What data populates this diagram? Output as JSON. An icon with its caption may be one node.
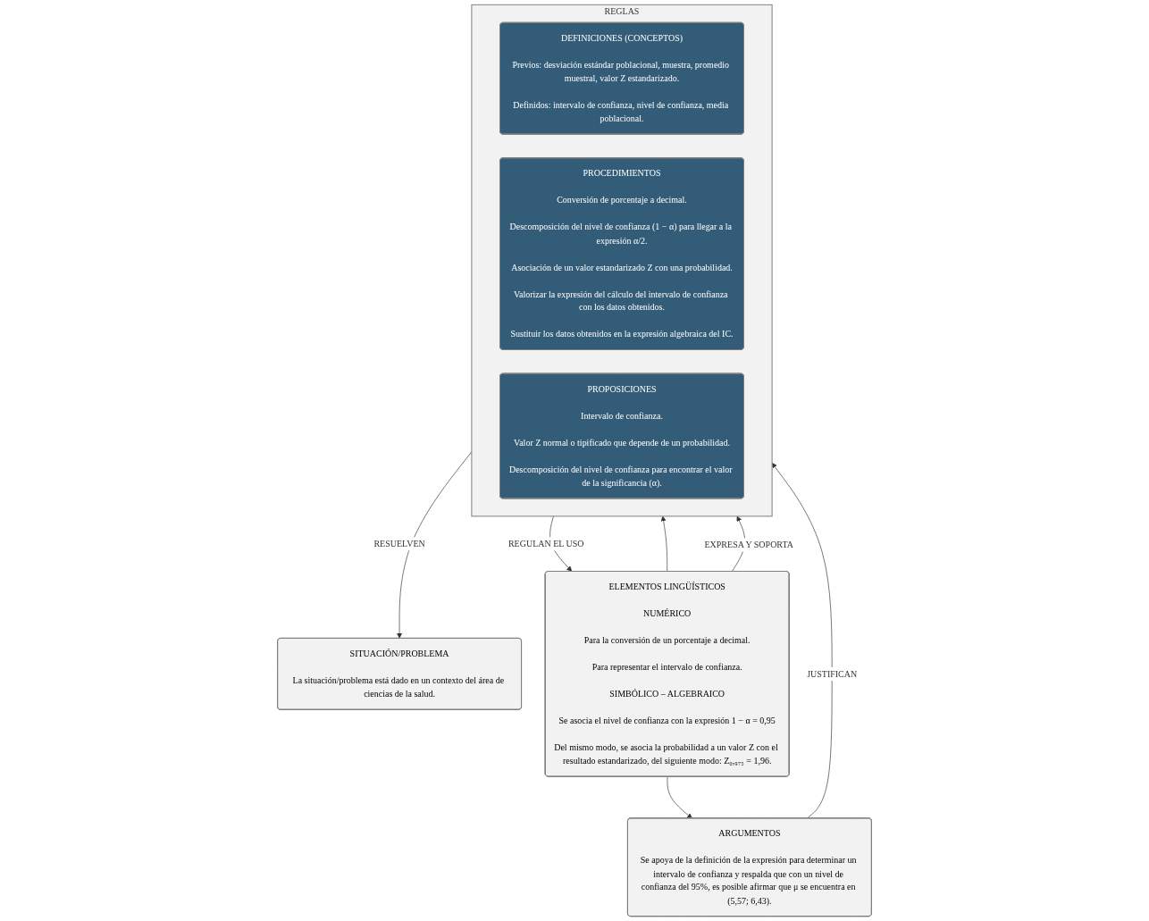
{
  "diagram": {
    "nodes": [
      {
        "text": [
          "SITUACIÓN/PROBLEMA",
          "La situación/problema está dado en un contexto del área de ciencias de la salud."
        ]
      },
      {
        "text": [
          "ELEMENTOS LINGÜÍSTICOS",
          "NUMÉRICO",
          "Para la conversión de un porcentaje a decimal.",
          "Para representar el intervalo de confianza.",
          "SIMBÓLICO – ALGEBRAICO",
          "Se asocia el nivel de confianza con la expresión 1 − α = 0,95",
          "Del mismo modo, se asocia la probabilidad a un valor Z con el resultado estandarizado, del siguiente modo: Z₀,₉₇₅ = 1,96."
        ]
      },
      {
        "text": [
          "REGLAS"
        ]
      },
      {
        "text": [
          "DEFINICIONES (CONCEPTOS)",
          "Previos: desviación estándar poblacional, muestra, promedio muestral, valor Z estandarizado.",
          "Definidos: intervalo de confianza, nivel de confianza, media poblacional."
        ],
        "in": 2
      },
      {
        "text": [
          "PROCEDIMIENTOS",
          "Conversión de porcentaje a decimal.",
          "Descomposición del nivel de confianza (1 − α) para llegar a la expresión α/2.",
          "Asociación de un valor estandarizado Z con una probabilidad.",
          "Valorizar la expresión del cálculo del intervalo de confianza con los datos obtenidos.",
          "Sustituir los datos obtenidos en la expresión algebraica del IC."
        ],
        "in": 2
      },
      {
        "text": [
          "PROPOSICIONES",
          "Intervalo de confianza.",
          "Valor Z normal o tipificado que depende de un probabilidad.",
          "Descomposición del nivel de confianza para encontrar el valor de la significancia (α)."
        ],
        "in": 2
      },
      {
        "text": [
          "ARGUMENTOS",
          "Se apoya de la definición de la expresión para determinar un intervalo de confianza y respalda que con un nivel de confianza del 95%, es posible afirmar que μ se encuentra en (5,57; 6,43)."
        ]
      }
    ],
    "edges": [
      {
        "from": 2,
        "to": 0,
        "arrow": "to",
        "label": "RESUELVEN"
      },
      {
        "from": 1,
        "to": 2,
        "arrow": "to"
      },
      {
        "from": 1,
        "to": 2,
        "arrow": "to",
        "label": "EXPRESA Y SOPORTA"
      },
      {
        "from": 2,
        "to": 1,
        "arrow": "to",
        "label": "REGULAN EL USO"
      },
      {
        "from": 6,
        "to": 2,
        "arrow": "to",
        "label": "JUSTIFICAN"
      },
      {
        "from": 1,
        "to": 6,
        "arrow": "to"
      }
    ]
  }
}
